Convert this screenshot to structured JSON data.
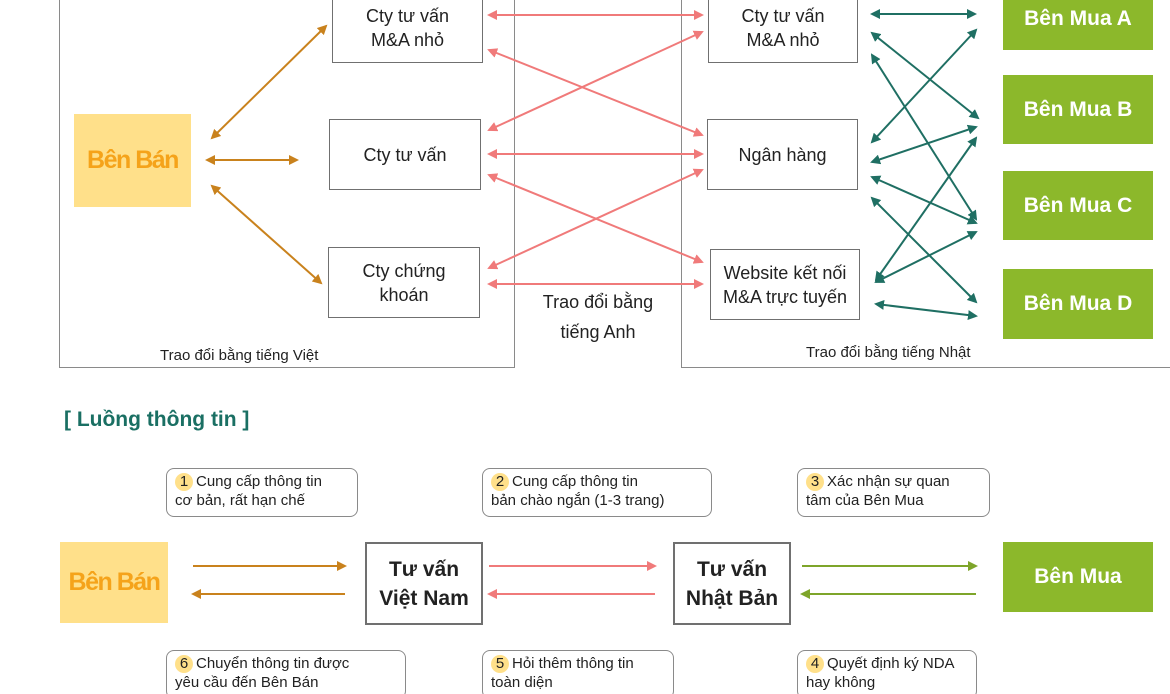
{
  "top_diagram": {
    "vn_group_label": "Trao đổi bằng tiếng Việt",
    "jp_group_label": "Trao đổi bằng tiếng Nhật",
    "middle_note": "Trao đổi bằng\ntiếng Anh",
    "seller": "Bên Bán",
    "vn_boxes": [
      "Cty tư vấn\nM&A nhỏ",
      "Cty tư vấn",
      "Cty chứng\nkhoán"
    ],
    "jp_boxes": [
      "Cty tư vấn\nM&A nhỏ",
      "Ngân hàng",
      "Website kết nối\nM&A trực tuyến"
    ],
    "buyers": [
      "Bên Mua A",
      "Bên Mua B",
      "Bên Mua C",
      "Bên Mua D"
    ]
  },
  "info_flow": {
    "title": "[ Luồng thông tin ]",
    "seller": "Bên Bán",
    "vn_advisor": "Tư vấn\nViệt Nam",
    "jp_advisor": "Tư vấn\nNhật Bản",
    "buyer": "Bên Mua",
    "steps": [
      {
        "num": "1",
        "text": "Cung cấp thông tin\ncơ bản, rất hạn chế"
      },
      {
        "num": "2",
        "text": "Cung cấp thông tin\nbản chào ngắn (1-3 trang)"
      },
      {
        "num": "3",
        "text": "Xác nhận sự quan\ntâm của Bên Mua"
      },
      {
        "num": "4",
        "text": "Quyết định ký NDA\nhay không"
      },
      {
        "num": "5",
        "text": "Hỏi thêm thông tin\ntoàn diện"
      },
      {
        "num": "6",
        "text": "Chuyển thông tin được\nyêu cầu đến Bên Bán"
      }
    ]
  },
  "colors": {
    "orange_arrow": "#c9821d",
    "pink_arrow": "#f07a7a",
    "teal_arrow": "#1f6f63",
    "green_arrow": "#7ea52a",
    "seller_fill": "#ffe08a",
    "seller_text": "#f5a31a",
    "buyer_fill": "#8cb82b",
    "title_color": "#1a6f63"
  }
}
